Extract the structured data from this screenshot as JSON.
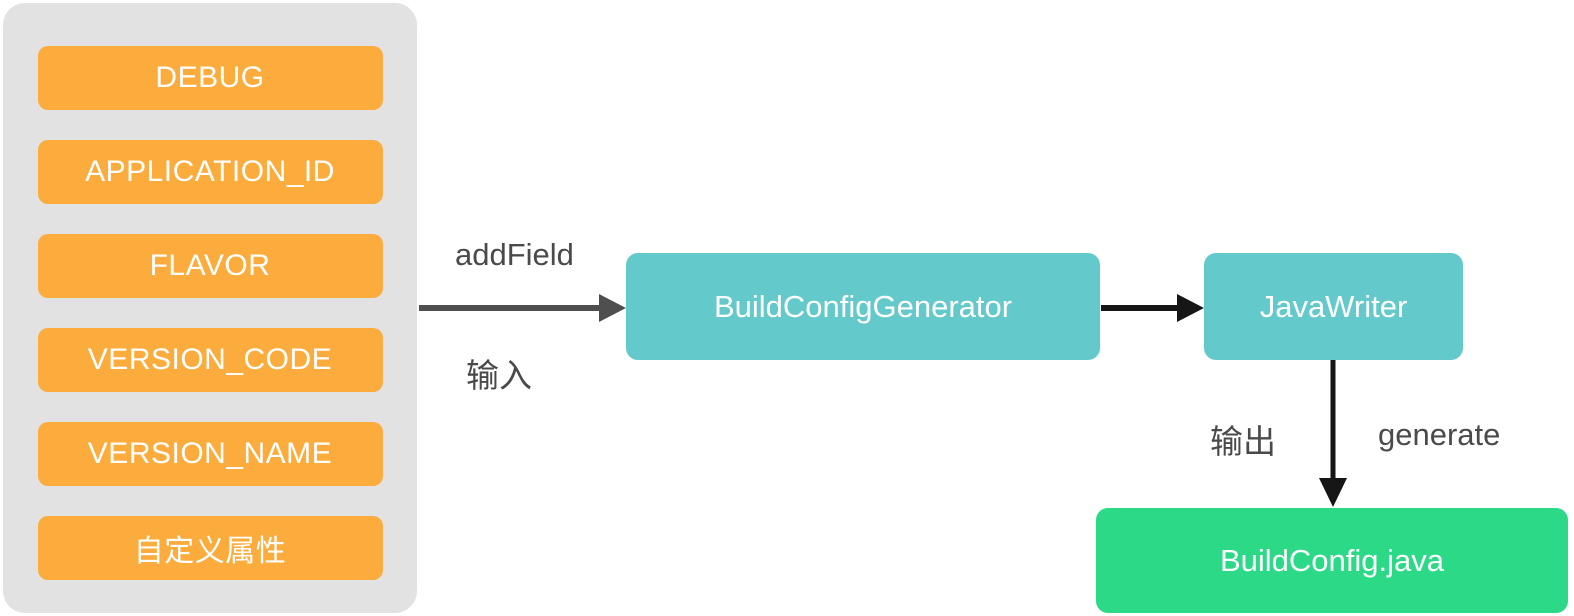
{
  "diagram": {
    "fields_panel": {
      "items": [
        {
          "label": "DEBUG"
        },
        {
          "label": "APPLICATION_ID"
        },
        {
          "label": "FLAVOR"
        },
        {
          "label": "VERSION_CODE"
        },
        {
          "label": "VERSION_NAME"
        },
        {
          "label": "自定义属性"
        }
      ]
    },
    "nodes": {
      "build_config_generator": "BuildConfigGenerator",
      "java_writer": "JavaWriter",
      "build_config_java": "BuildConfig.java"
    },
    "edge_labels": {
      "add_field": "addField",
      "input": "输入",
      "output": "输出",
      "generate": "generate"
    },
    "colors": {
      "panel_bg": "#E2E2E2",
      "field_item_bg": "#FBAC3D",
      "process_node_bg": "#63C9CB",
      "output_node_bg": "#2BD987",
      "node_text": "#FFFFFF",
      "edge_label_text": "#4A4A4A",
      "input_arrow": "#4F4F4F",
      "flow_arrow": "#161616"
    }
  }
}
